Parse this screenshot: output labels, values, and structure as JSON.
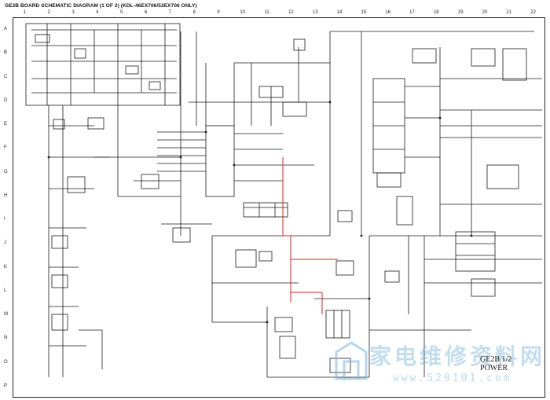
{
  "title": "GE2B BOARD SCHEMATIC DIAGRAM (1 OF 2) (KDL-46EX706/52EX706 ONLY)",
  "columns": [
    "1",
    "2",
    "3",
    "4",
    "5",
    "6",
    "7",
    "8",
    "9",
    "10",
    "11",
    "12",
    "13",
    "14",
    "15",
    "16",
    "17",
    "18",
    "19",
    "20",
    "21",
    "22"
  ],
  "rows": [
    "A",
    "B",
    "C",
    "D",
    "E",
    "F",
    "G",
    "H",
    "I",
    "J",
    "K",
    "L",
    "M",
    "N",
    "O",
    "P"
  ],
  "block_label": {
    "line1": "GE2B 1/2",
    "line2": "POWER"
  },
  "watermark": {
    "text": "家电维修资料网",
    "url": "www.520101.com"
  },
  "colors": {
    "wire": "#1a1a1a",
    "highlight": "#e0201a",
    "watermark": "#7fb3d8"
  }
}
